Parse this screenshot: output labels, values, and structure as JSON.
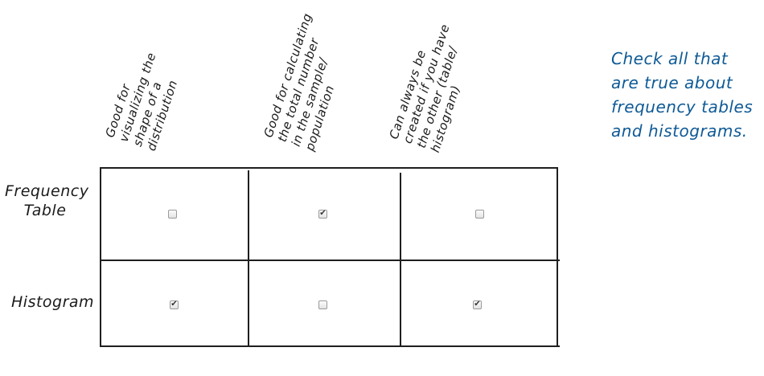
{
  "columns": [
    {
      "lines": [
        "Good for",
        "visualizing the",
        "shape of a",
        "distribution"
      ]
    },
    {
      "lines": [
        "Good for calculating",
        "the total number",
        "in the sample/",
        "population"
      ]
    },
    {
      "lines": [
        "Can always be",
        "created if you have",
        "the other (table/",
        "histogram)"
      ]
    }
  ],
  "rows": [
    {
      "lines": [
        "Frequency",
        "Table"
      ],
      "checks": [
        false,
        true,
        false
      ]
    },
    {
      "lines": [
        "Histogram"
      ],
      "checks": [
        true,
        false,
        true
      ]
    }
  ],
  "instruction": {
    "lines": [
      "Check all that",
      "are true about",
      "frequency tables",
      "and histograms."
    ]
  },
  "checkmark_glyph": "✔",
  "colors": {
    "instruction_text": "#0f5a96",
    "grid": "#1f1f1f"
  }
}
